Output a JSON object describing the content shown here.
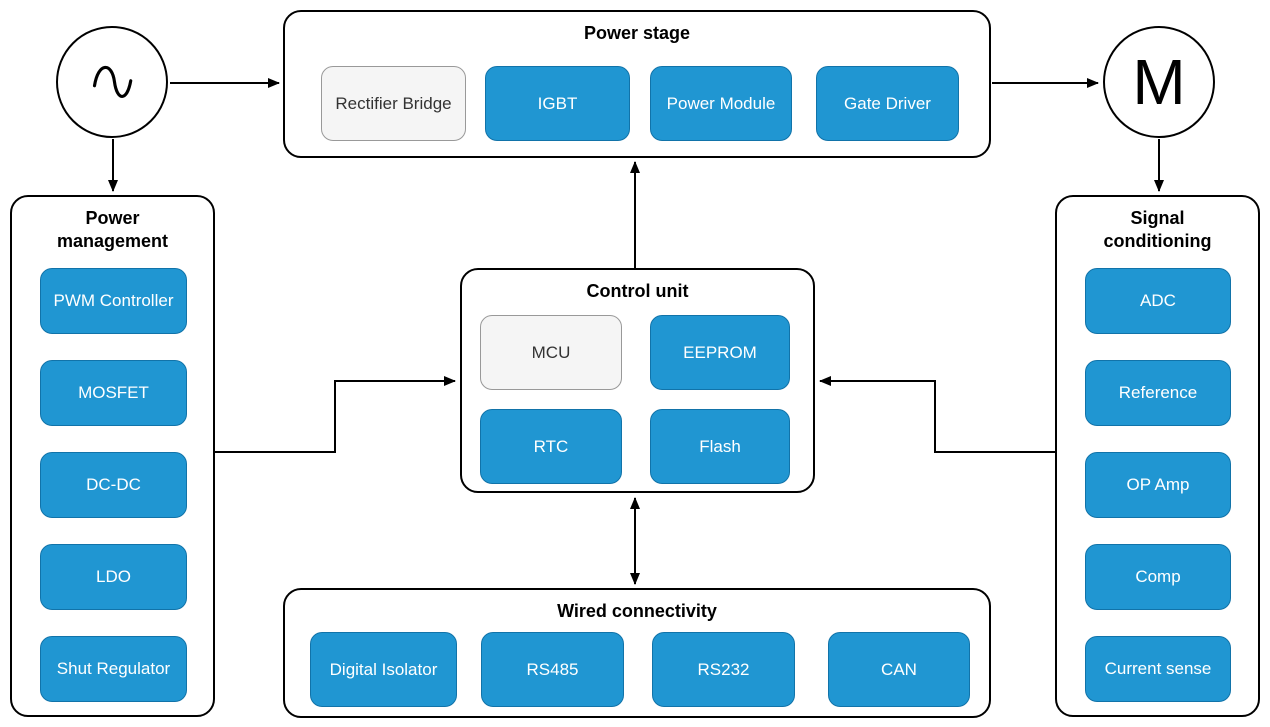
{
  "diagram": {
    "ac_source": {
      "symbol": "sine-wave"
    },
    "motor": {
      "label": "M"
    },
    "power_stage": {
      "title": "Power stage",
      "blocks": [
        "Rectifier Bridge",
        "IGBT",
        "Power Module",
        "Gate Driver"
      ]
    },
    "power_management": {
      "title": "Power management",
      "blocks": [
        "PWM Controller",
        "MOSFET",
        "DC-DC",
        "LDO",
        "Shut Regulator"
      ]
    },
    "control_unit": {
      "title": "Control unit",
      "blocks": [
        "MCU",
        "EEPROM",
        "RTC",
        "Flash"
      ]
    },
    "signal_conditioning": {
      "title": "Signal conditioning",
      "blocks": [
        "ADC",
        "Reference",
        "OP Amp",
        "Comp",
        "Current sense"
      ]
    },
    "wired_connectivity": {
      "title": "Wired connectivity",
      "blocks": [
        "Digital Isolator",
        "RS485",
        "RS232",
        "CAN"
      ]
    },
    "colors": {
      "block_fill": "#2096D2",
      "block_border": "#1173A9",
      "block_text": "#FFFFFF",
      "highlight_fill": "#F5F5F5",
      "highlight_border": "#999999",
      "highlight_text": "#333333",
      "container_border": "#000000",
      "connector": "#000000"
    }
  }
}
